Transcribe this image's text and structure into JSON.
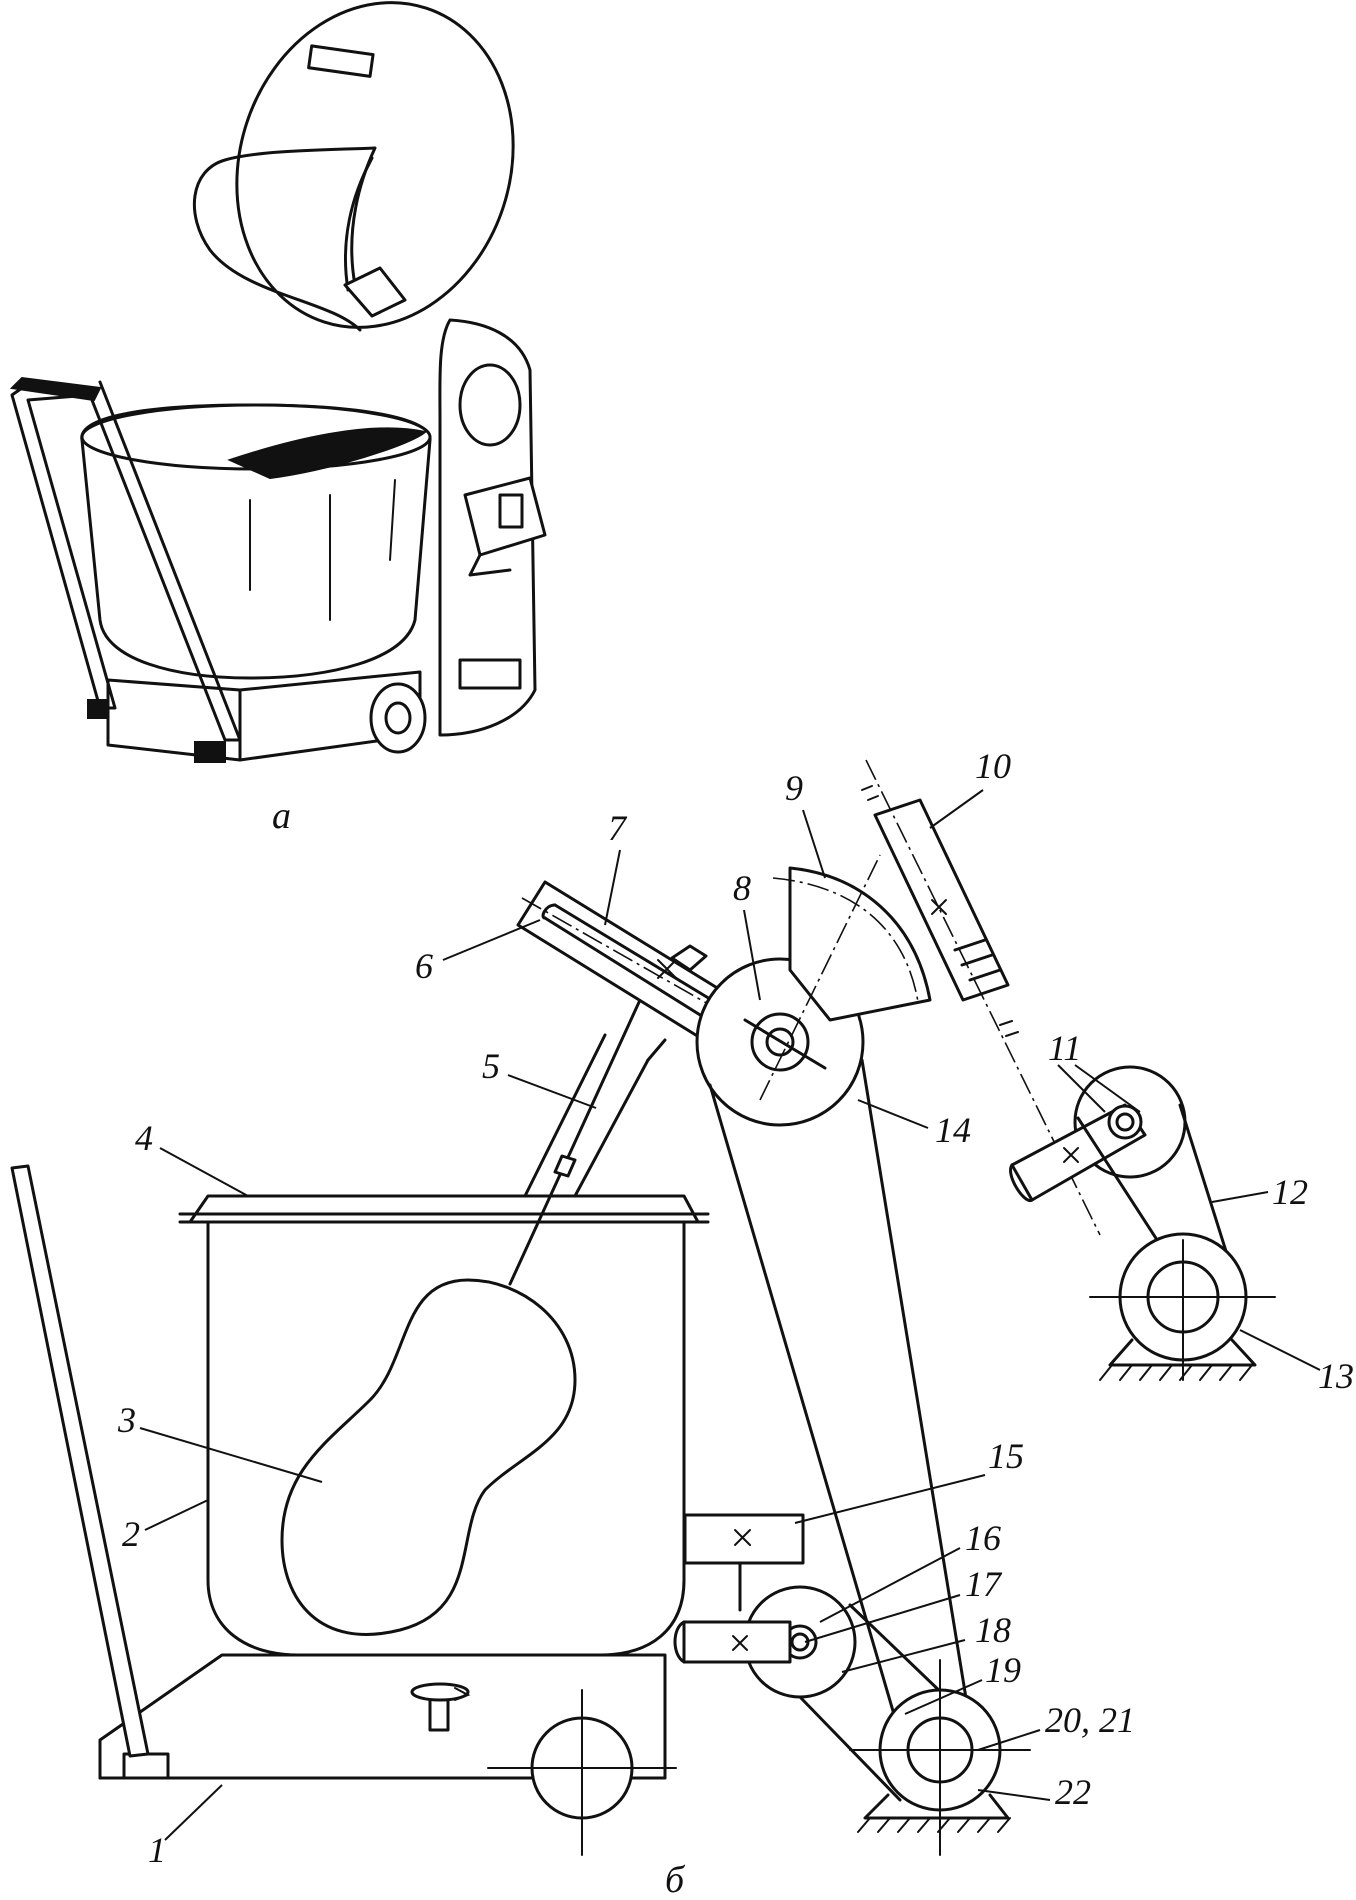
{
  "figure": {
    "panel_a_label": "а",
    "panel_b_label": "б",
    "callouts": [
      {
        "id": "1",
        "text": "1"
      },
      {
        "id": "2",
        "text": "2"
      },
      {
        "id": "3",
        "text": "3"
      },
      {
        "id": "4",
        "text": "4"
      },
      {
        "id": "5",
        "text": "5"
      },
      {
        "id": "6",
        "text": "6"
      },
      {
        "id": "7",
        "text": "7"
      },
      {
        "id": "8",
        "text": "8"
      },
      {
        "id": "9",
        "text": "9"
      },
      {
        "id": "10",
        "text": "10"
      },
      {
        "id": "11",
        "text": "11"
      },
      {
        "id": "12",
        "text": "12"
      },
      {
        "id": "13",
        "text": "13"
      },
      {
        "id": "14",
        "text": "14"
      },
      {
        "id": "15",
        "text": "15"
      },
      {
        "id": "16",
        "text": "16"
      },
      {
        "id": "17",
        "text": "17"
      },
      {
        "id": "18",
        "text": "18"
      },
      {
        "id": "19",
        "text": "19"
      },
      {
        "id": "20-21",
        "text": "20, 21"
      },
      {
        "id": "22",
        "text": "22"
      }
    ]
  }
}
